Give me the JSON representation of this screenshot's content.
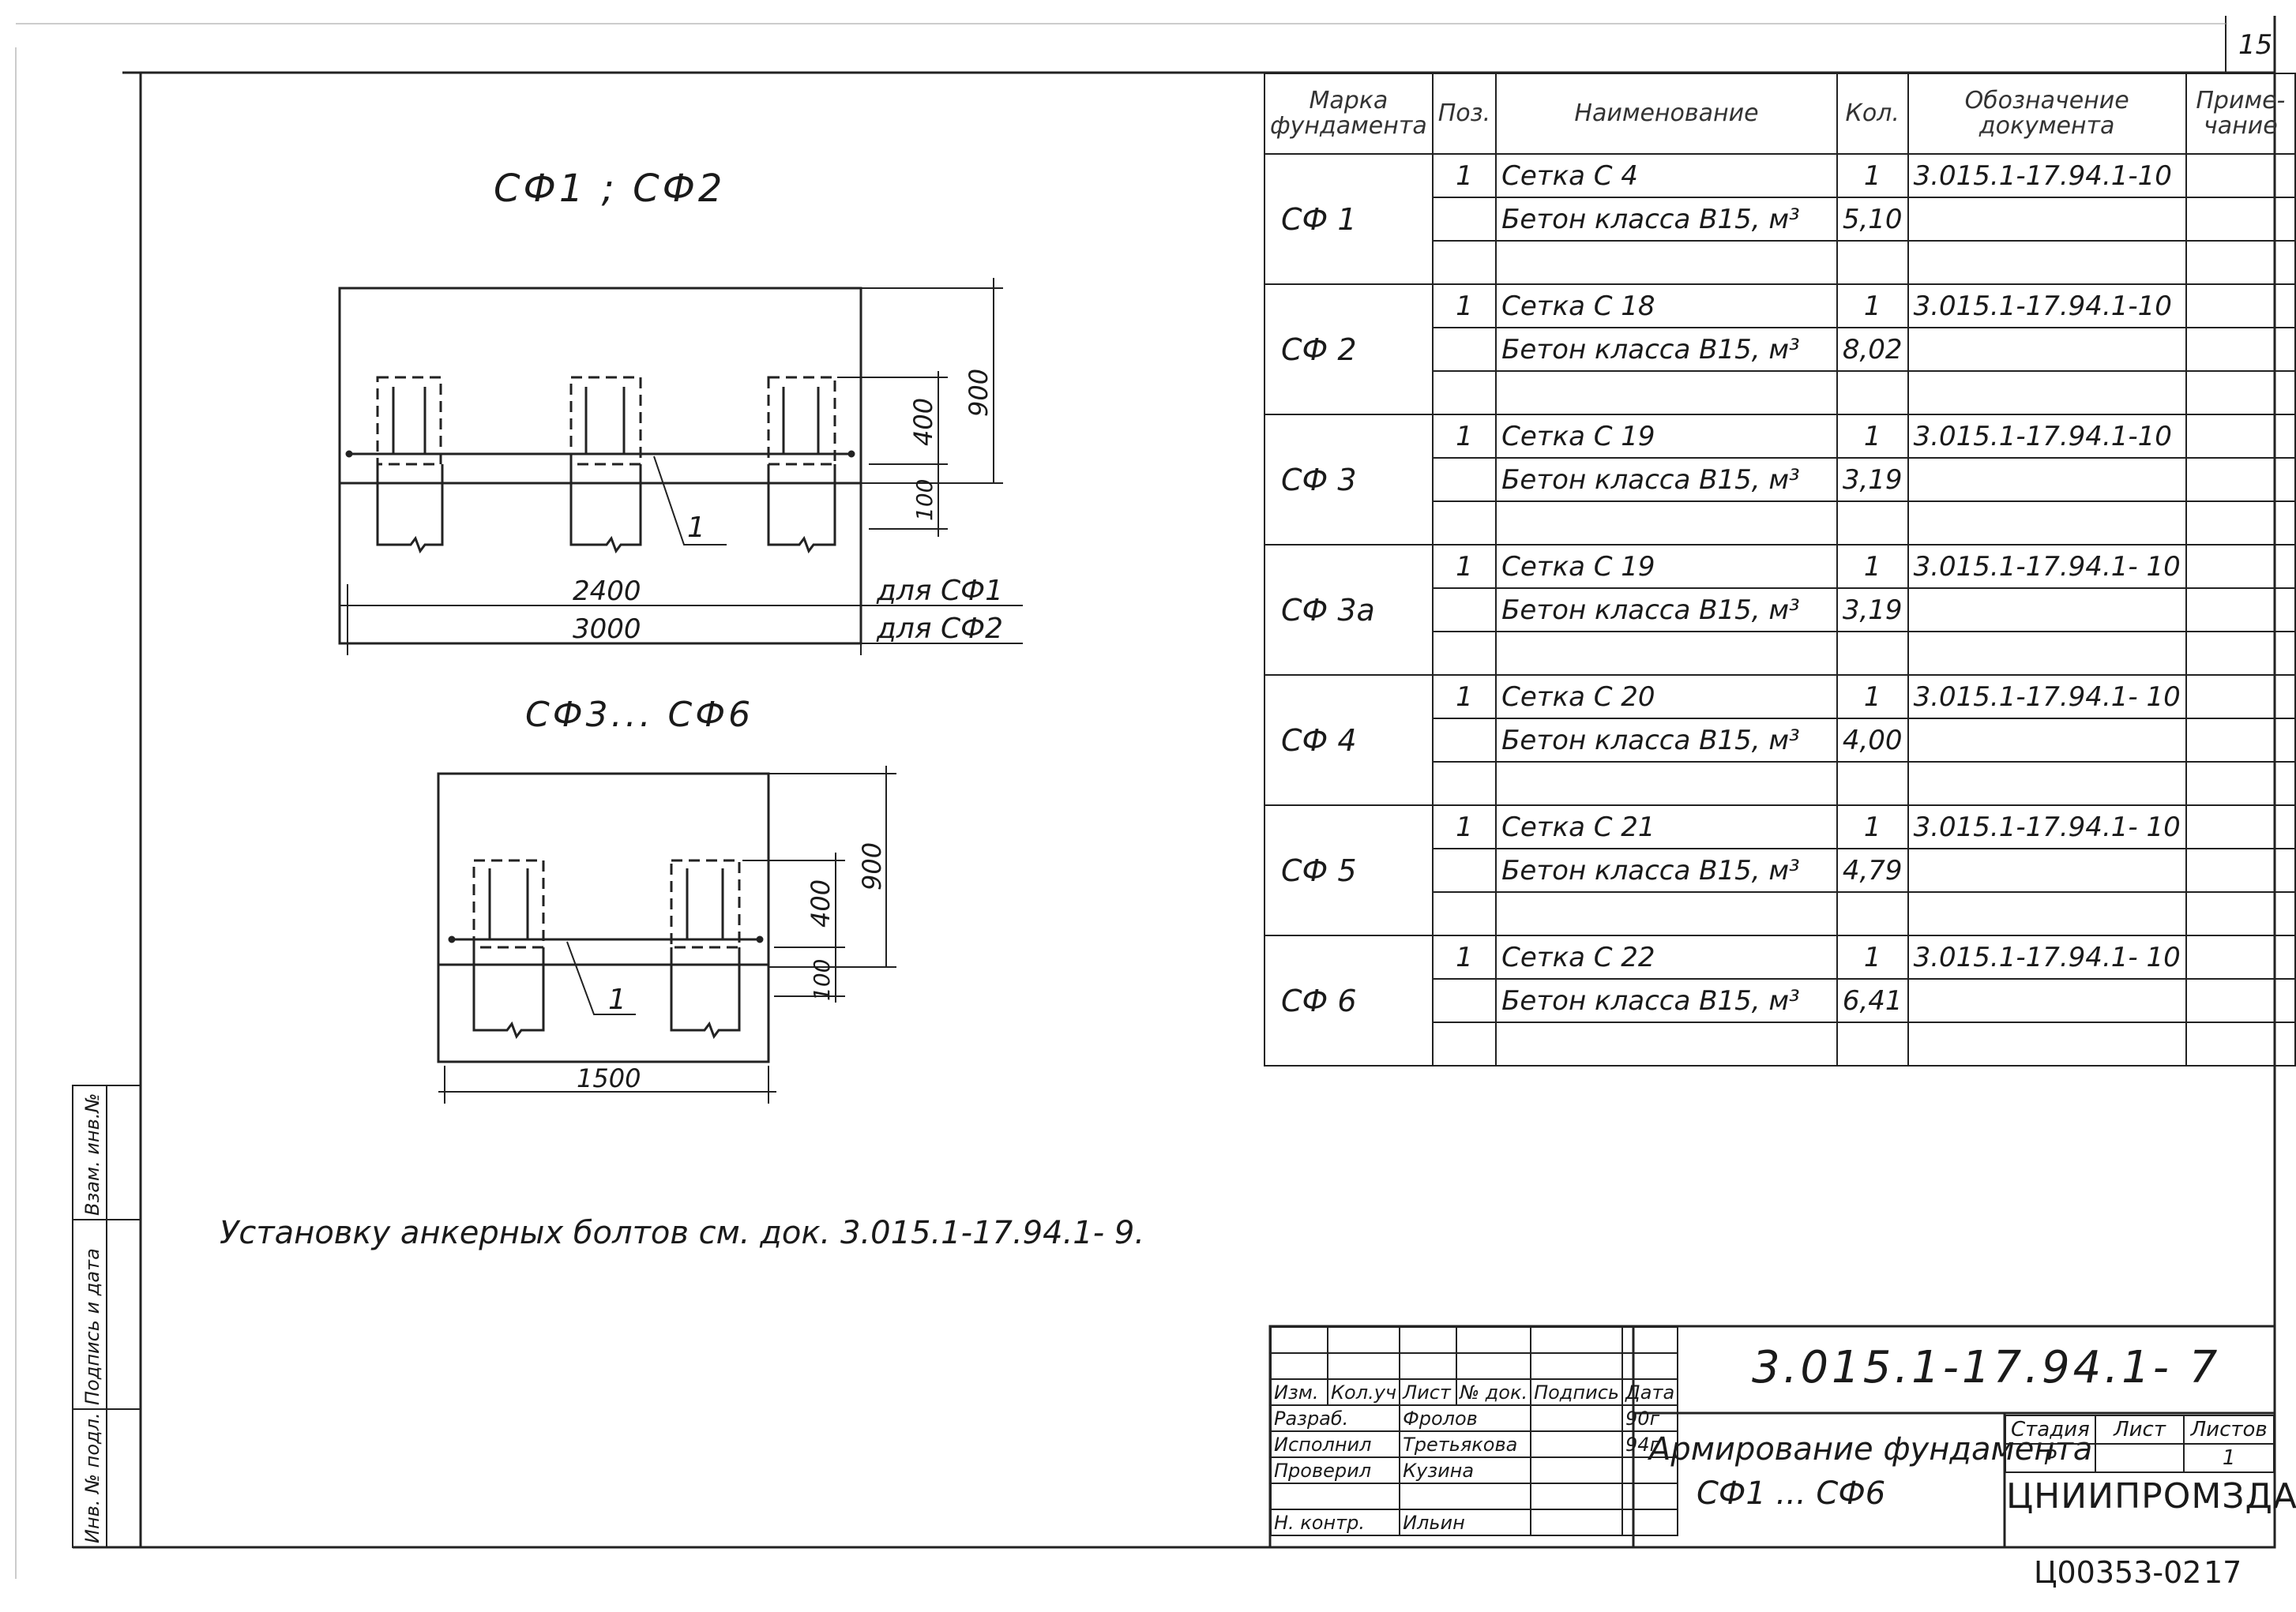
{
  "sheet_number": "15",
  "drawing1": {
    "title": "СФ1 ; СФ2",
    "dims": {
      "width_a": "2400",
      "width_b": "3000",
      "height_total": "900",
      "height_upper": "400",
      "height_lower": "100",
      "note_a": "для СФ1",
      "note_b": "для СФ2",
      "callout": "1"
    }
  },
  "drawing2": {
    "title": "СФ3... СФ6",
    "dims": {
      "width": "1500",
      "height_total": "900",
      "height_upper": "400",
      "height_lower": "100",
      "callout": "1"
    }
  },
  "note": "Установку анкерных болтов см. док. 3.015.1-17.94.1- 9.",
  "side_stamp": [
    "Инв. № подл.",
    "Подпись и дата",
    "Взам. инв.№"
  ],
  "spec_table": {
    "headers": [
      "Марка фундамента",
      "Поз.",
      "Наименование",
      "Кол.",
      "Обозначение документа",
      "Приме-чание"
    ],
    "groups": [
      {
        "mark": "СФ 1",
        "rows": [
          {
            "pos": "1",
            "name": "Сетка С 4",
            "qty": "1",
            "doc": "3.015.1-17.94.1-10"
          },
          {
            "pos": "",
            "name": "Бетон класса В15, м³",
            "qty": "5,10",
            "doc": ""
          },
          {
            "pos": "",
            "name": "",
            "qty": "",
            "doc": ""
          }
        ]
      },
      {
        "mark": "СФ 2",
        "rows": [
          {
            "pos": "1",
            "name": "Сетка С 18",
            "qty": "1",
            "doc": "3.015.1-17.94.1-10"
          },
          {
            "pos": "",
            "name": "Бетон класса В15, м³",
            "qty": "8,02",
            "doc": ""
          },
          {
            "pos": "",
            "name": "",
            "qty": "",
            "doc": ""
          }
        ]
      },
      {
        "mark": "СФ 3",
        "rows": [
          {
            "pos": "1",
            "name": "Сетка С 19",
            "qty": "1",
            "doc": "3.015.1-17.94.1-10"
          },
          {
            "pos": "",
            "name": "Бетон класса В15, м³",
            "qty": "3,19",
            "doc": ""
          },
          {
            "pos": "",
            "name": "",
            "qty": "",
            "doc": ""
          }
        ]
      },
      {
        "mark": "СФ 3а",
        "rows": [
          {
            "pos": "1",
            "name": "Сетка С 19",
            "qty": "1",
            "doc": "3.015.1-17.94.1- 10"
          },
          {
            "pos": "",
            "name": "Бетон класса В15, м³",
            "qty": "3,19",
            "doc": ""
          },
          {
            "pos": "",
            "name": "",
            "qty": "",
            "doc": ""
          }
        ]
      },
      {
        "mark": "СФ 4",
        "rows": [
          {
            "pos": "1",
            "name": "Сетка С 20",
            "qty": "1",
            "doc": "3.015.1-17.94.1- 10"
          },
          {
            "pos": "",
            "name": "Бетон класса В15, м³",
            "qty": "4,00",
            "doc": ""
          },
          {
            "pos": "",
            "name": "",
            "qty": "",
            "doc": ""
          }
        ]
      },
      {
        "mark": "СФ 5",
        "rows": [
          {
            "pos": "1",
            "name": "Сетка С 21",
            "qty": "1",
            "doc": "3.015.1-17.94.1- 10"
          },
          {
            "pos": "",
            "name": "Бетон класса В15, м³",
            "qty": "4,79",
            "doc": ""
          },
          {
            "pos": "",
            "name": "",
            "qty": "",
            "doc": ""
          }
        ]
      },
      {
        "mark": "СФ 6",
        "rows": [
          {
            "pos": "1",
            "name": "Сетка С 22",
            "qty": "1",
            "doc": "3.015.1-17.94.1- 10"
          },
          {
            "pos": "",
            "name": "Бетон класса В15, м³",
            "qty": "6,41",
            "doc": ""
          },
          {
            "pos": "",
            "name": "",
            "qty": "",
            "doc": ""
          }
        ]
      }
    ]
  },
  "title_block": {
    "code": "3.015.1-17.94.1- 7",
    "header_row": [
      "Изм.",
      "Кол.уч",
      "Лист",
      "№ док.",
      "Подпись",
      "Дата"
    ],
    "roles": [
      {
        "role": "Разраб.",
        "name": "Фролов",
        "date": "90г"
      },
      {
        "role": "Исполнил",
        "name": "Третьякова",
        "date": "94г"
      },
      {
        "role": "Проверил",
        "name": "Кузина",
        "date": ""
      },
      {
        "role": "",
        "name": "",
        "date": ""
      },
      {
        "role": "Н. контр.",
        "name": "Ильин",
        "date": ""
      }
    ],
    "title_line1": "Армирование фундамента",
    "title_line2": "СФ1 ... СФ6",
    "stage_headers": [
      "Стадия",
      "Лист",
      "Листов"
    ],
    "stage_values": [
      "Р",
      "",
      "1"
    ],
    "organization": "ЦНИИПРОМЗДАНИЙ"
  },
  "archive_number": "Ц00353-02",
  "archive_page": "17"
}
